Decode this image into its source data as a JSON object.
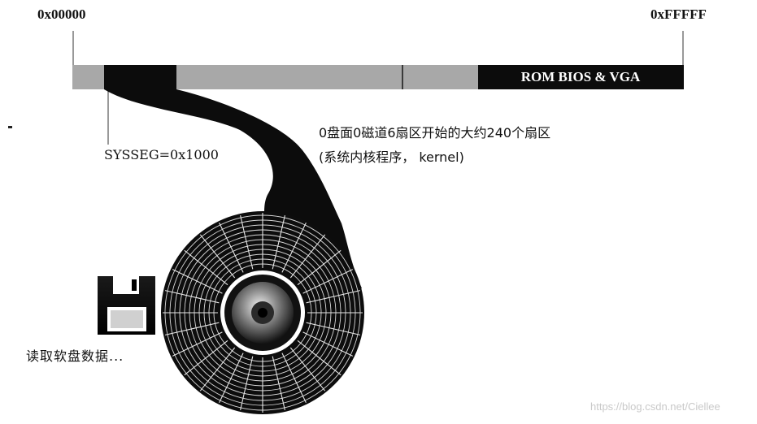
{
  "memory_map": {
    "start_address": "0x00000",
    "end_address": "0xFFFFF",
    "rom_region_label": "ROM BIOS & VGA",
    "kernel_segment_label": "SYSSEG=0x1000"
  },
  "kernel_source": {
    "line1": "0盘面0磁道6扇区开始的大约240个扇区",
    "line2": "(系统内核程序， kernel)"
  },
  "floppy": {
    "status_text": "读取软盘数据..."
  },
  "watermark": "https://blog.csdn.net/Ciellee",
  "colors": {
    "memory_bar": "#a8a8a8",
    "filled_region": "#0c0c0c",
    "background": "#ffffff"
  },
  "icons": [
    "floppy-disk-icon",
    "disk-platter-icon"
  ]
}
